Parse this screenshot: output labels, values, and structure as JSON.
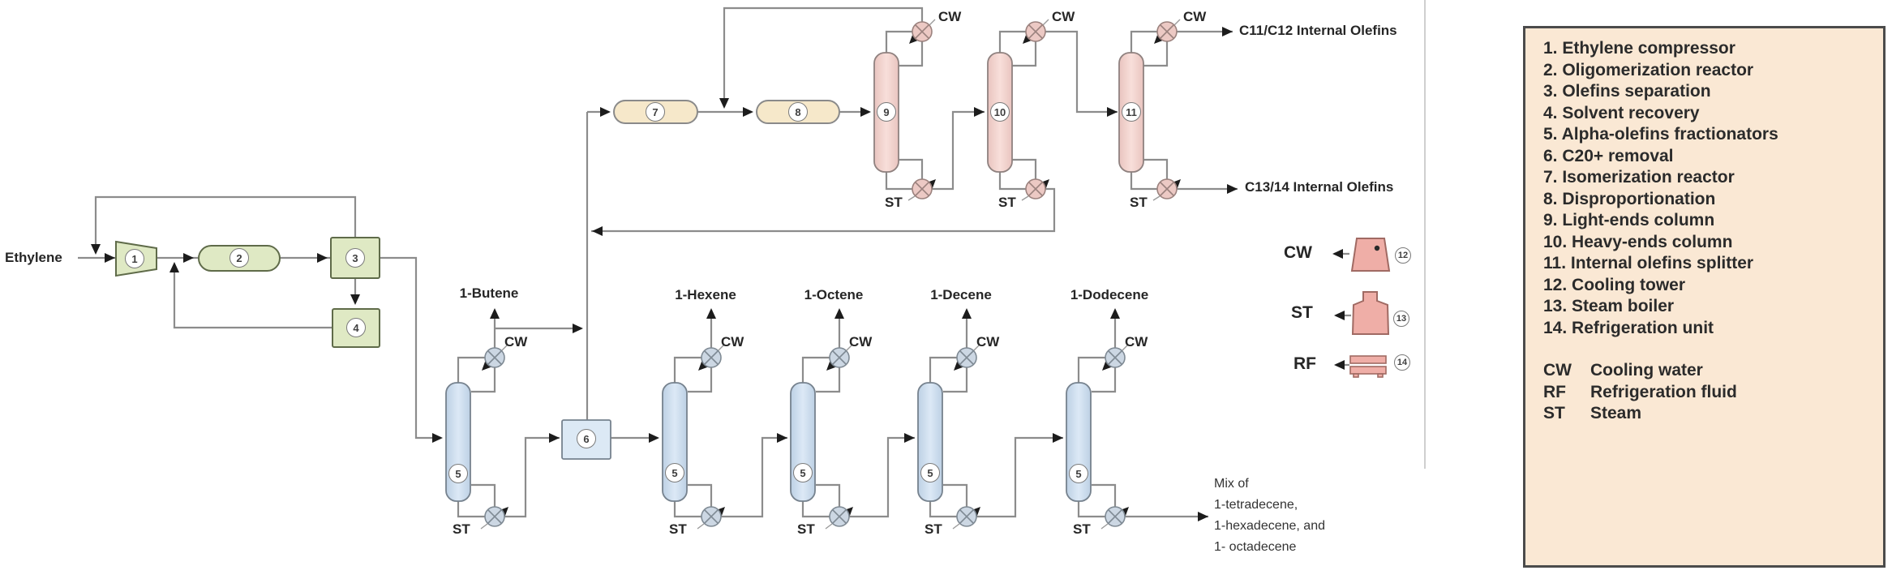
{
  "diagram": {
    "feed_label": "Ethylene",
    "stream_labels": {
      "butene": "1-Butene",
      "hexene": "1-Hexene",
      "octene": "1-Octene",
      "decene": "1-Decene",
      "dodecene": "1-Dodecene",
      "c11_c12": "C11/C12 Internal Olefins",
      "c13_14": "C13/14 Internal Olefins",
      "mix_line1": "Mix of",
      "mix_line2": "1-tetradecene,",
      "mix_line3": "1-hexadecene, and",
      "mix_line4": "1- octadecene"
    },
    "utility_labels": {
      "cw": "CW",
      "st": "ST",
      "rf": "RF"
    },
    "unit_numbers": {
      "u1": "1",
      "u2": "2",
      "u3": "3",
      "u4": "4",
      "u5": "5",
      "u6": "6",
      "u7": "7",
      "u8": "8",
      "u9": "9",
      "u10": "10",
      "u11": "11",
      "u12": "12",
      "u13": "13",
      "u14": "14"
    }
  },
  "legend": {
    "equipment": [
      "1. Ethylene compressor",
      "2. Oligomerization reactor",
      "3. Olefins separation",
      "4. Solvent recovery",
      "5. Alpha-olefins fractionators",
      "6. C20+ removal",
      "7. Isomerization reactor",
      "8. Disproportionation",
      "9. Light-ends column",
      "10. Heavy-ends column",
      "11. Internal olefins splitter",
      "12. Cooling tower",
      "13. Steam boiler",
      "14. Refrigeration unit"
    ],
    "abbreviations": [
      {
        "abbr": "CW",
        "name": "Cooling water"
      },
      {
        "abbr": "RF",
        "name": "Refrigeration fluid"
      },
      {
        "abbr": "ST",
        "name": "Steam"
      }
    ]
  },
  "colors": {
    "green_unit": "#dfe9c4",
    "blue_unit": "#cfdeee",
    "pink_unit": "#f2d3cf",
    "tan_unit": "#f6e8ca",
    "utility_symbol": "#efaea7",
    "legend_bg": "#fae8d4",
    "pipe_gray": "#8c8c8c"
  }
}
